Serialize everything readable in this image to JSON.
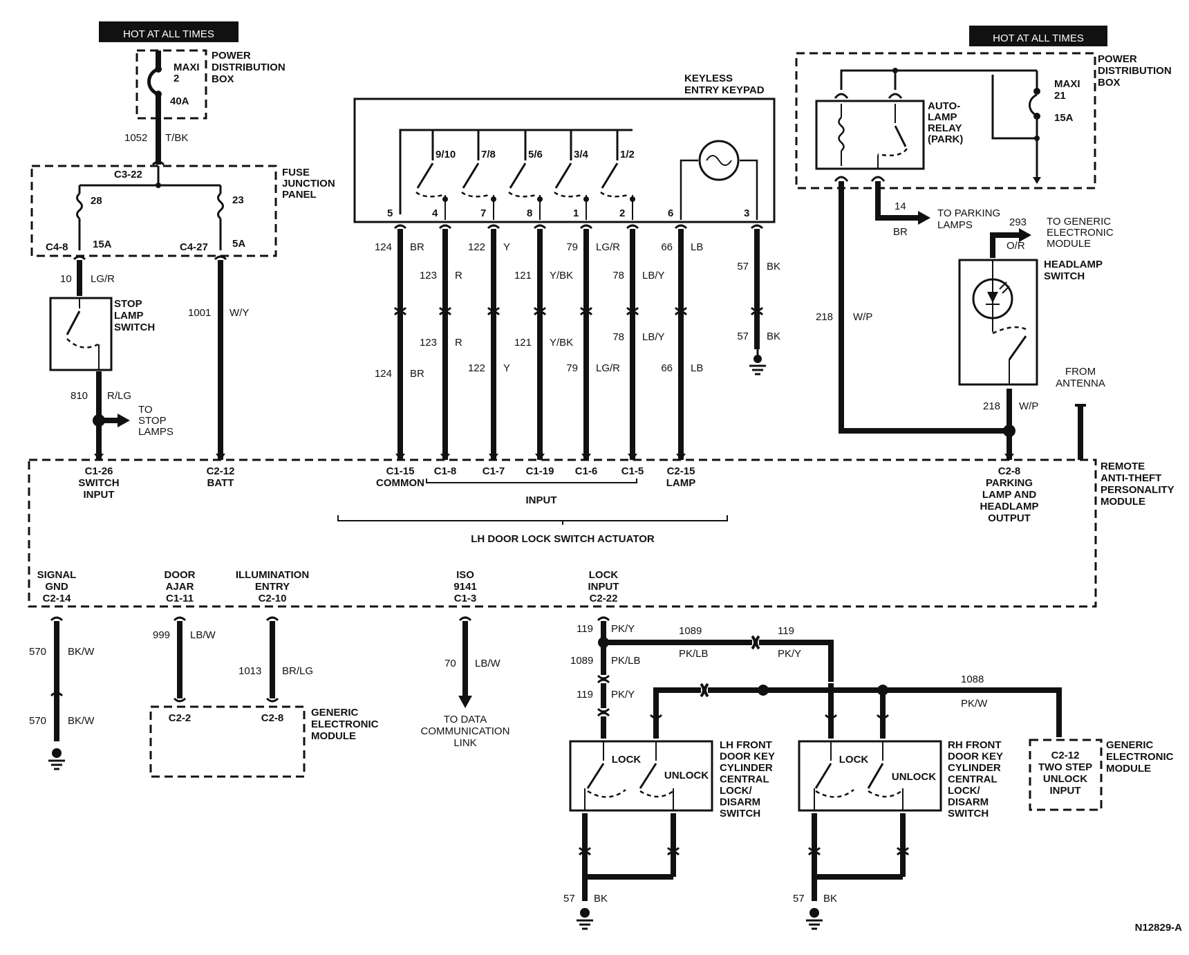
{
  "hot_labels": [
    "HOT AT ALL TIMES",
    "HOT AT ALL TIMES"
  ],
  "power_box_left": {
    "title": [
      "POWER",
      "DISTRIBUTION",
      "BOX"
    ],
    "fuse_name": [
      "MAXI",
      "2"
    ],
    "fuse_rating": "40A"
  },
  "power_box_right": {
    "title": [
      "POWER",
      "DISTRIBUTION",
      "BOX"
    ],
    "fuse_name": [
      "MAXI",
      "21"
    ],
    "fuse_rating": "15A"
  },
  "fuse_junction": {
    "title": [
      "FUSE",
      "JUNCTION",
      "PANEL"
    ],
    "conn_in": "C3-22",
    "fuse_a": "28",
    "fuse_a_rating": "15A",
    "conn_a": "C4-8",
    "fuse_b": "23",
    "fuse_b_rating": "5A",
    "conn_b": "C4-27"
  },
  "wires_left": {
    "w1052": "1052",
    "c1052": "T/BK",
    "w10": "10",
    "c10": "LG/R",
    "w810": "810",
    "c810": "R/LG",
    "w1001": "1001",
    "c1001": "W/Y"
  },
  "stop_lamp": {
    "title": [
      "STOP",
      "LAMP",
      "SWITCH"
    ],
    "to_stop": [
      "TO",
      "STOP",
      "LAMPS"
    ]
  },
  "keypad": {
    "title": [
      "KEYLESS",
      "ENTRY KEYPAD"
    ],
    "buttons": [
      "9/10",
      "7/8",
      "5/6",
      "3/4",
      "1/2"
    ],
    "pins": [
      "5",
      "4",
      "7",
      "8",
      "1",
      "2",
      "6",
      "3"
    ],
    "wires": [
      {
        "n": "124",
        "c": "BR"
      },
      {
        "n": "123",
        "c": "R"
      },
      {
        "n": "122",
        "c": "Y"
      },
      {
        "n": "121",
        "c": "Y/BK"
      },
      {
        "n": "79",
        "c": "LG/R"
      },
      {
        "n": "78",
        "c": "LB/Y"
      },
      {
        "n": "66",
        "c": "LB"
      },
      {
        "n": "57",
        "c": "BK"
      }
    ]
  },
  "module": {
    "title": [
      "REMOTE",
      "ANTI-THEFT",
      "PERSONALITY",
      "MODULE"
    ],
    "top_pins": [
      {
        "id": "C1-26",
        "lines": [
          "SWITCH",
          "INPUT"
        ]
      },
      {
        "id": "C2-12",
        "lines": [
          "BATT"
        ]
      },
      {
        "id": "C1-15",
        "lines": [
          "COMMON"
        ]
      },
      {
        "id": "C1-8",
        "lines": []
      },
      {
        "id": "C1-7",
        "lines": []
      },
      {
        "id": "C1-19",
        "lines": []
      },
      {
        "id": "C1-6",
        "lines": []
      },
      {
        "id": "C1-5",
        "lines": []
      },
      {
        "id": "C2-15",
        "lines": [
          "LAMP"
        ]
      },
      {
        "id": "C2-8",
        "lines": [
          "PARKING",
          "LAMP AND",
          "HEADLAMP",
          "OUTPUT"
        ]
      }
    ],
    "input_label": "INPUT",
    "actuator_label": "LH DOOR LOCK SWITCH ACTUATOR",
    "bottom_pins": [
      {
        "lines": [
          "SIGNAL",
          "GND"
        ],
        "id": "C2-14"
      },
      {
        "lines": [
          "DOOR",
          "AJAR"
        ],
        "id": "C1-11"
      },
      {
        "lines": [
          "ILLUMINATION",
          "ENTRY"
        ],
        "id": "C2-10"
      },
      {
        "lines": [
          "ISO",
          "9141"
        ],
        "id": "C1-3"
      },
      {
        "lines": [
          "LOCK",
          "INPUT"
        ],
        "id": "C2-22"
      }
    ]
  },
  "right_top": {
    "relay": [
      "AUTO-",
      "LAMP",
      "RELAY",
      "(PARK)"
    ],
    "w14": "14",
    "c14": "BR",
    "to_parking": [
      "TO PARKING",
      "LAMPS"
    ],
    "w293": "293",
    "c293": "O/R",
    "to_gem": [
      "TO GENERIC",
      "ELECTRONIC",
      "MODULE"
    ],
    "headlamp": [
      "HEADLAMP",
      "SWITCH"
    ],
    "w218a": "218",
    "c218a": "W/P",
    "w218b": "218",
    "c218b": "W/P",
    "antenna": [
      "FROM",
      "ANTENNA"
    ]
  },
  "bottom_left": {
    "w570": "570",
    "c570": "BK/W",
    "w999": "999",
    "c999": "LB/W",
    "w1013": "1013",
    "c1013": "BR/LG",
    "gem_pins": [
      "C2-2",
      "C2-8"
    ],
    "gem_title": [
      "GENERIC",
      "ELECTRONIC",
      "MODULE"
    ],
    "w70": "70",
    "c70": "LB/W",
    "to_dcl": [
      "TO DATA",
      "COMMUNICATION",
      "LINK"
    ]
  },
  "lock_area": {
    "w119": "119",
    "c119": "PK/Y",
    "w1089": "1089",
    "c1089": "PK/LB",
    "w1088": "1088",
    "c1088": "PK/W",
    "lock": "LOCK",
    "unlock": "UNLOCK",
    "lh_switch": [
      "LH FRONT",
      "DOOR KEY",
      "CYLINDER",
      "CENTRAL",
      "LOCK/",
      "DISARM",
      "SWITCH"
    ],
    "rh_switch": [
      "RH FRONT",
      "DOOR KEY",
      "CYLINDER",
      "CENTRAL",
      "LOCK/",
      "DISARM",
      "SWITCH"
    ],
    "gem_right": [
      "C2-12",
      "TWO STEP",
      "UNLOCK",
      "INPUT"
    ],
    "gem_right_title": [
      "GENERIC",
      "ELECTRONIC",
      "MODULE"
    ],
    "w57": "57",
    "c57": "BK"
  },
  "figure_id": "N12829-A"
}
